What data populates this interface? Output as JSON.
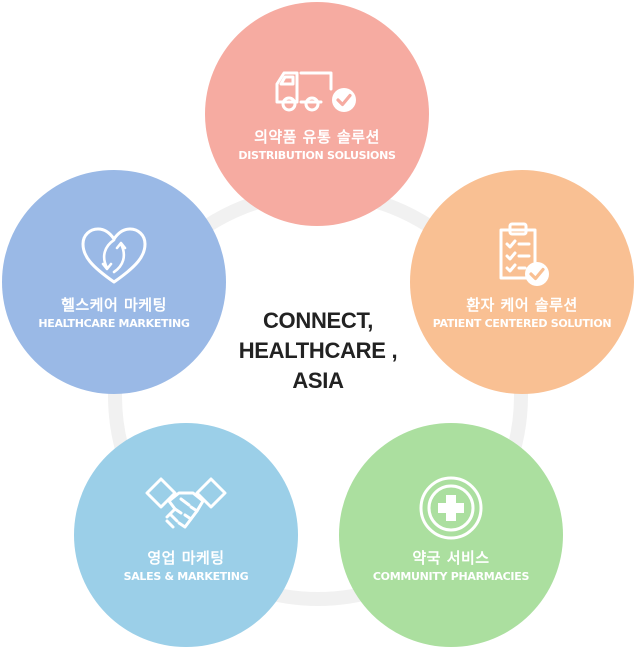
{
  "center": {
    "line1": "CONNECT,",
    "line2": "HEALTHCARE ,",
    "line3": "ASIA"
  },
  "nodes": [
    {
      "id": "distribution",
      "ko": "의약품 유통 솔루션",
      "en": "DISTRIBUTION SOLUSIONS",
      "icon": "truck-check-icon",
      "color": "#f6aba1"
    },
    {
      "id": "patient",
      "ko": "환자 케어 솔루션",
      "en": "PATIENT CENTERED SOLUTION",
      "icon": "clipboard-check-icon",
      "color": "#f9c093"
    },
    {
      "id": "pharmacy",
      "ko": "약국 서비스",
      "en": "COMMUNITY PHARMACIES",
      "icon": "medical-cross-icon",
      "color": "#abdf9f"
    },
    {
      "id": "sales",
      "ko": "영업 마케팅",
      "en": "SALES & MARKETING",
      "icon": "handshake-icon",
      "color": "#9bcfe8"
    },
    {
      "id": "healthcare",
      "ko": "헬스케어 마케팅",
      "en": "HEALTHCARE MARKETING",
      "icon": "heart-cycle-icon",
      "color": "#9ab9e6"
    }
  ]
}
